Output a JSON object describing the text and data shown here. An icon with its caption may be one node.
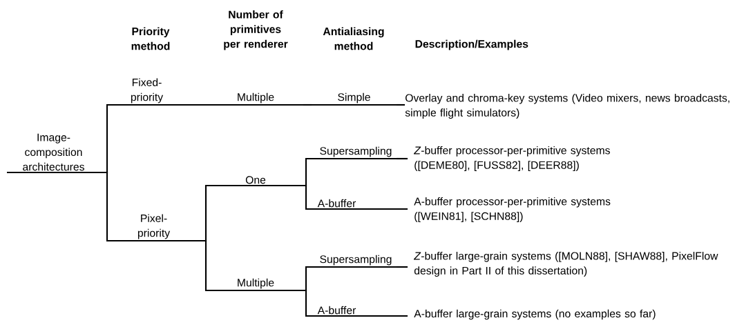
{
  "diagram": {
    "nodes": [
      {
        "text": [
          "Image-composition architectures"
        ]
      },
      {
        "text": [
          "Fixed-priority"
        ]
      },
      {
        "text": [
          "Multiple"
        ]
      },
      {
        "text": [
          "Simple"
        ]
      },
      {
        "text": [
          "Overlay and chroma-key systems (Video mixers, news broadcasts, simple flight simulators)"
        ]
      },
      {
        "text": [
          "Pixel-priority"
        ]
      },
      {
        "text": [
          "One"
        ]
      },
      {
        "text": [
          "Supersampling"
        ]
      },
      {
        "text": [
          "*Z*-buffer processor-per-primitive systems ([DEME80], [FUSS82], [DEER88])"
        ]
      },
      {
        "text": [
          "A-buffer"
        ]
      },
      {
        "text": [
          "A-buffer processor-per-primitive systems ([WEIN81], [SCHN88])"
        ]
      },
      {
        "text": [
          "Multiple"
        ]
      },
      {
        "text": [
          "Supersampling"
        ]
      },
      {
        "text": [
          "*Z*-buffer large-grain systems ([MOLN88], [SHAW88], PixelFlow design in Part II of this dissertation)"
        ]
      },
      {
        "text": [
          "A-buffer"
        ]
      },
      {
        "text": [
          "A-buffer large-grain systems (no examples so far)"
        ]
      }
    ],
    "edges": [
      {
        "from": 0,
        "to": 1,
        "arrow": "none"
      },
      {
        "from": 1,
        "to": 2,
        "arrow": "none"
      },
      {
        "from": 2,
        "to": 3,
        "arrow": "none"
      },
      {
        "from": 3,
        "to": 4,
        "arrow": "none"
      },
      {
        "from": 0,
        "to": 5,
        "arrow": "none"
      },
      {
        "from": 5,
        "to": 6,
        "arrow": "none"
      },
      {
        "from": 6,
        "to": 7,
        "arrow": "none"
      },
      {
        "from": 7,
        "to": 8,
        "arrow": "none"
      },
      {
        "from": 6,
        "to": 9,
        "arrow": "none"
      },
      {
        "from": 9,
        "to": 10,
        "arrow": "none"
      },
      {
        "from": 5,
        "to": 11,
        "arrow": "none"
      },
      {
        "from": 11,
        "to": 12,
        "arrow": "none"
      },
      {
        "from": 12,
        "to": 13,
        "arrow": "none"
      },
      {
        "from": 11,
        "to": 14,
        "arrow": "none"
      },
      {
        "from": 14,
        "to": 15,
        "arrow": "none"
      }
    ],
    "labels": [
      "Priority method",
      "Number of primitives per renderer",
      "Antialiasing method",
      "Description/Examples"
    ]
  }
}
